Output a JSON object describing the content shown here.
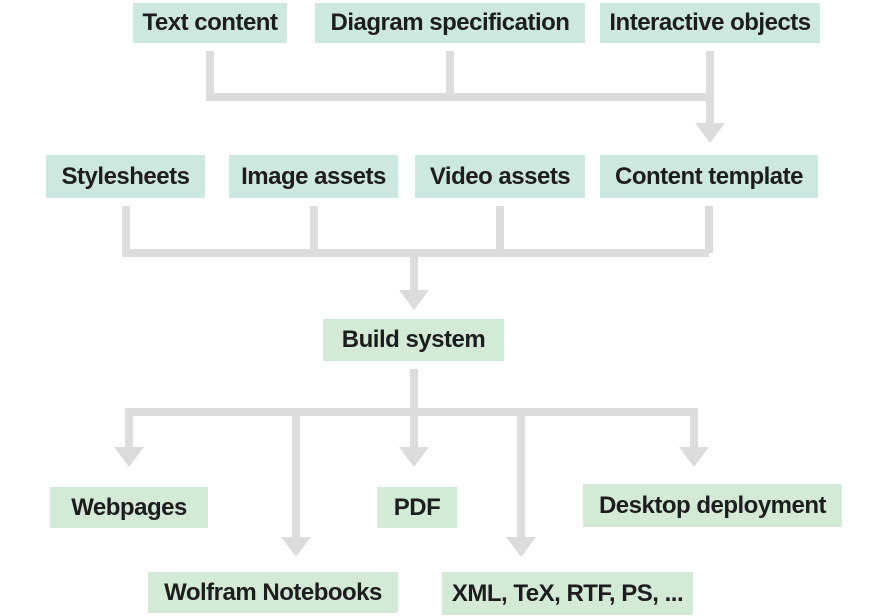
{
  "diagram": {
    "nodes": {
      "text_content": {
        "label": "Text content"
      },
      "diagram_specification": {
        "label": "Diagram specification"
      },
      "interactive_objects": {
        "label": "Interactive objects"
      },
      "stylesheets": {
        "label": "Stylesheets"
      },
      "image_assets": {
        "label": "Image assets"
      },
      "video_assets": {
        "label": "Video assets"
      },
      "content_template": {
        "label": "Content template"
      },
      "build_system": {
        "label": "Build system"
      },
      "webpages": {
        "label": "Webpages"
      },
      "wolfram_notebooks": {
        "label": "Wolfram Notebooks"
      },
      "pdf": {
        "label": "PDF"
      },
      "xml_tex_rtf_ps": {
        "label": "XML, TeX, RTF, PS, ..."
      },
      "desktop_deployment": {
        "label": "Desktop deployment"
      }
    },
    "edges": [
      {
        "from": "Text content",
        "to": "Content template"
      },
      {
        "from": "Diagram specification",
        "to": "Content template"
      },
      {
        "from": "Interactive objects",
        "to": "Content template"
      },
      {
        "from": "Stylesheets",
        "to": "Build system"
      },
      {
        "from": "Image assets",
        "to": "Build system"
      },
      {
        "from": "Video assets",
        "to": "Build system"
      },
      {
        "from": "Content template",
        "to": "Build system"
      },
      {
        "from": "Build system",
        "to": "Webpages"
      },
      {
        "from": "Build system",
        "to": "Wolfram Notebooks"
      },
      {
        "from": "Build system",
        "to": "PDF"
      },
      {
        "from": "Build system",
        "to": "XML, TeX, RTF, PS, ..."
      },
      {
        "from": "Build system",
        "to": "Desktop deployment"
      }
    ],
    "colors": {
      "input_box": "#cde8e1",
      "output_box": "#d3ead6",
      "connector": "#dcdcdc",
      "text": "#1d1d1d",
      "background": "#ffffff"
    }
  }
}
